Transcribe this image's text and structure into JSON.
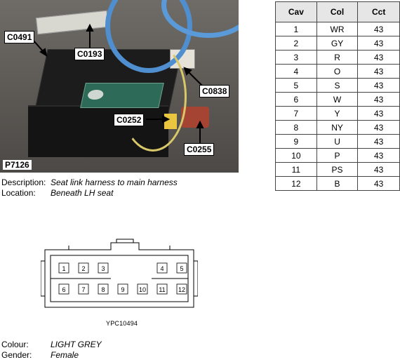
{
  "photo": {
    "callouts": {
      "c0491": "C0491",
      "c0193": "C0193",
      "c0838": "C0838",
      "c0252": "C0252",
      "c0255": "C0255"
    },
    "tag": "P7126"
  },
  "description": {
    "label": "Description:",
    "value": "Seat link harness to main harness"
  },
  "location": {
    "label": "Location:",
    "value": "Beneath LH seat"
  },
  "table": {
    "headers": [
      "Cav",
      "Col",
      "Cct"
    ],
    "rows": [
      [
        "1",
        "WR",
        "43"
      ],
      [
        "2",
        "GY",
        "43"
      ],
      [
        "3",
        "R",
        "43"
      ],
      [
        "4",
        "O",
        "43"
      ],
      [
        "5",
        "S",
        "43"
      ],
      [
        "6",
        "W",
        "43"
      ],
      [
        "7",
        "Y",
        "43"
      ],
      [
        "8",
        "NY",
        "43"
      ],
      [
        "9",
        "U",
        "43"
      ],
      [
        "10",
        "P",
        "43"
      ],
      [
        "11",
        "PS",
        "43"
      ],
      [
        "12",
        "B",
        "43"
      ]
    ]
  },
  "connector_face": {
    "top_row_cavities": [
      "1",
      "2",
      "3",
      "4",
      "5"
    ],
    "bottom_row_cavities": [
      "6",
      "7",
      "8",
      "9",
      "10",
      "11",
      "12"
    ],
    "figure_id": "YPC10494"
  },
  "colour": {
    "label": "Colour:",
    "value": "LIGHT GREY"
  },
  "gender": {
    "label": "Gender:",
    "value": "Female"
  }
}
